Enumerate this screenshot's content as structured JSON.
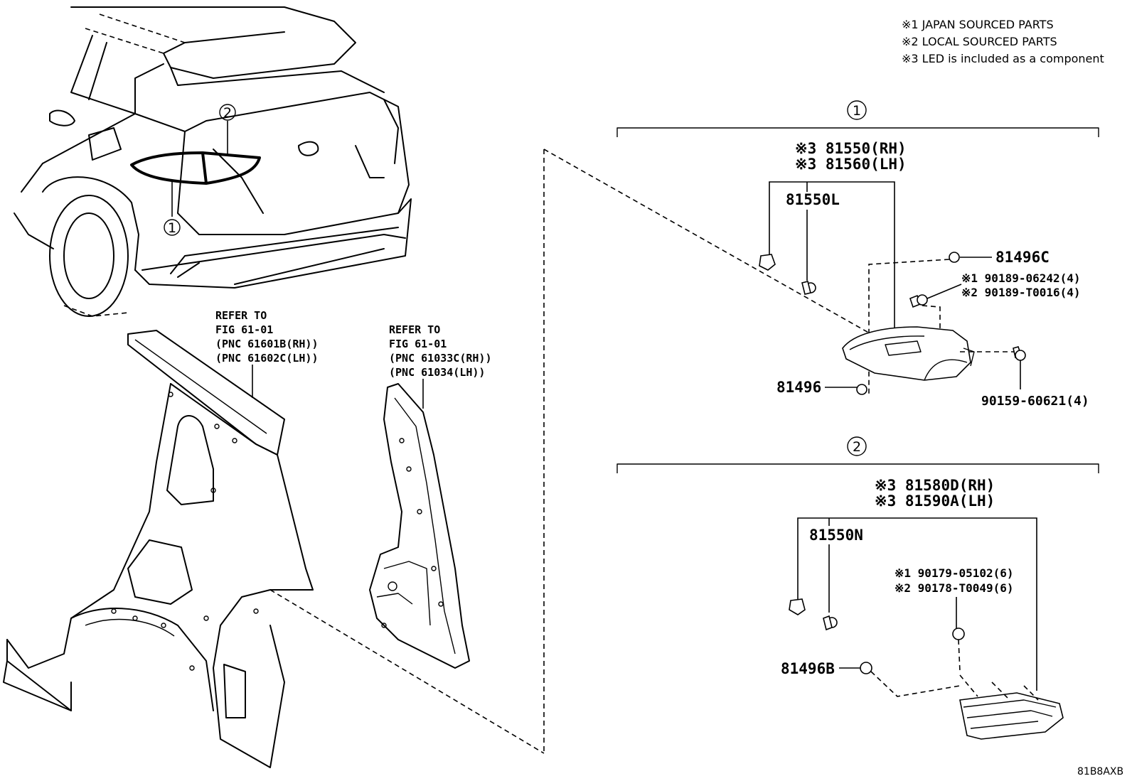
{
  "notes": [
    "※1 JAPAN SOURCED PARTS",
    "※2 LOCAL SOURCED PARTS",
    "※3 LED is included as a component"
  ],
  "callouts": {
    "group1": "1",
    "group2": "2"
  },
  "refer_left": {
    "line1": "REFER TO",
    "line2": "FIG 61-01",
    "line3": "(PNC 61601B(RH))",
    "line4": "(PNC 61602C(LH))"
  },
  "refer_right": {
    "line1": "REFER TO",
    "line2": "FIG 61-01",
    "line3": "(PNC 61033C(RH))",
    "line4": "(PNC 61034(LH))"
  },
  "group1": {
    "assy_rh": "※3 81550(RH)",
    "assy_lh": "※3 81560(LH)",
    "socket": "81550L",
    "clip_top": "81496C",
    "screw_j": "※1 90189-06242(4)",
    "screw_l": "※2 90189-T0016(4)",
    "nut": "81496",
    "bolt": "90159-60621(4)"
  },
  "group2": {
    "assy_rh": "※3 81580D(RH)",
    "assy_lh": "※3 81590A(LH)",
    "socket": "81550N",
    "screw_j": "※1 90179-05102(6)",
    "screw_l": "※2 90178-T0049(6)",
    "nut": "81496B"
  },
  "figure_code": "81B8AXB"
}
